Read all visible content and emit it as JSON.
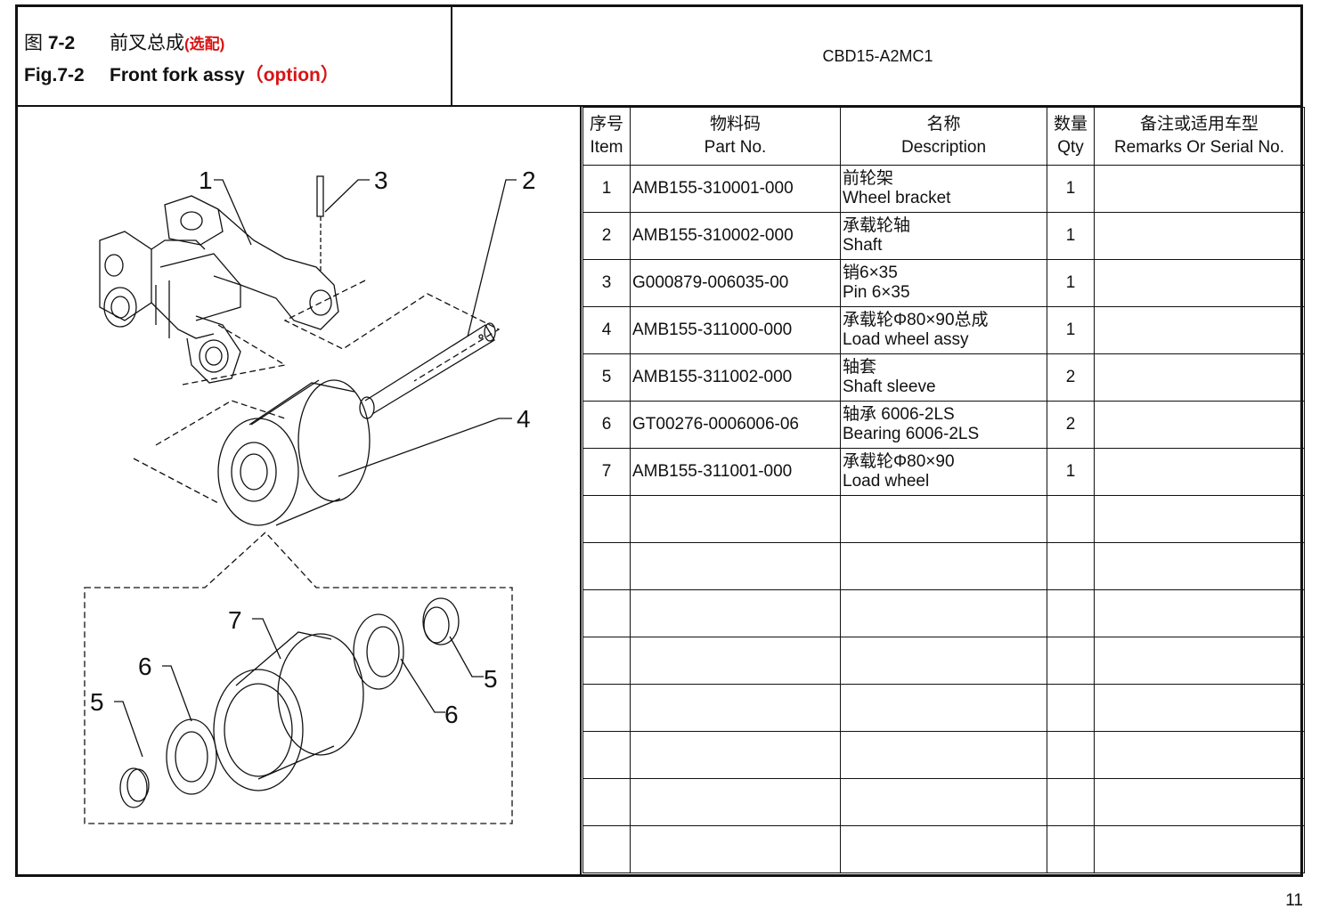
{
  "header": {
    "fig_label_cn": "图",
    "fig_number_cn": "7-2",
    "title_cn": "前叉总成",
    "option_cn": "(选配)",
    "fig_label_en": "Fig.7-2",
    "title_en": "Front fork assy",
    "option_en": "（option）",
    "model": "CBD15-A2MC1"
  },
  "table": {
    "headers": [
      {
        "cn": "序号",
        "en": "Item"
      },
      {
        "cn": "物料码",
        "en": "Part No."
      },
      {
        "cn": "名称",
        "en": "Description"
      },
      {
        "cn": "数量",
        "en": "Qty"
      },
      {
        "cn": "备注或适用车型",
        "en": "Remarks Or Serial No."
      }
    ],
    "rows": [
      {
        "item": "1",
        "part": "AMB155-310001-000",
        "desc_cn": "前轮架",
        "desc_en": "Wheel bracket",
        "qty": "1",
        "remarks": ""
      },
      {
        "item": "2",
        "part": "AMB155-310002-000",
        "desc_cn": "承载轮轴",
        "desc_en": "Shaft",
        "qty": "1",
        "remarks": ""
      },
      {
        "item": "3",
        "part": "G000879-006035-00",
        "desc_cn": "销6×35",
        "desc_en": "Pin 6×35",
        "qty": "1",
        "remarks": ""
      },
      {
        "item": "4",
        "part": "AMB155-311000-000",
        "desc_cn": "承载轮Φ80×90总成",
        "desc_en": "Load wheel assy",
        "qty": "1",
        "remarks": ""
      },
      {
        "item": "5",
        "part": "AMB155-311002-000",
        "desc_cn": "轴套",
        "desc_en": "Shaft sleeve",
        "qty": "2",
        "remarks": ""
      },
      {
        "item": "6",
        "part": "GT00276-0006006-06",
        "desc_cn": "轴承 6006-2LS",
        "desc_en": "Bearing 6006-2LS",
        "qty": "2",
        "remarks": ""
      },
      {
        "item": "7",
        "part": "AMB155-311001-000",
        "desc_cn": "承载轮Φ80×90",
        "desc_en": "Load wheel",
        "qty": "1",
        "remarks": ""
      }
    ],
    "empty_rows": 8
  },
  "callouts": [
    "1",
    "3",
    "2",
    "4",
    "7",
    "6",
    "5",
    "5",
    "6"
  ],
  "page_number": "11"
}
